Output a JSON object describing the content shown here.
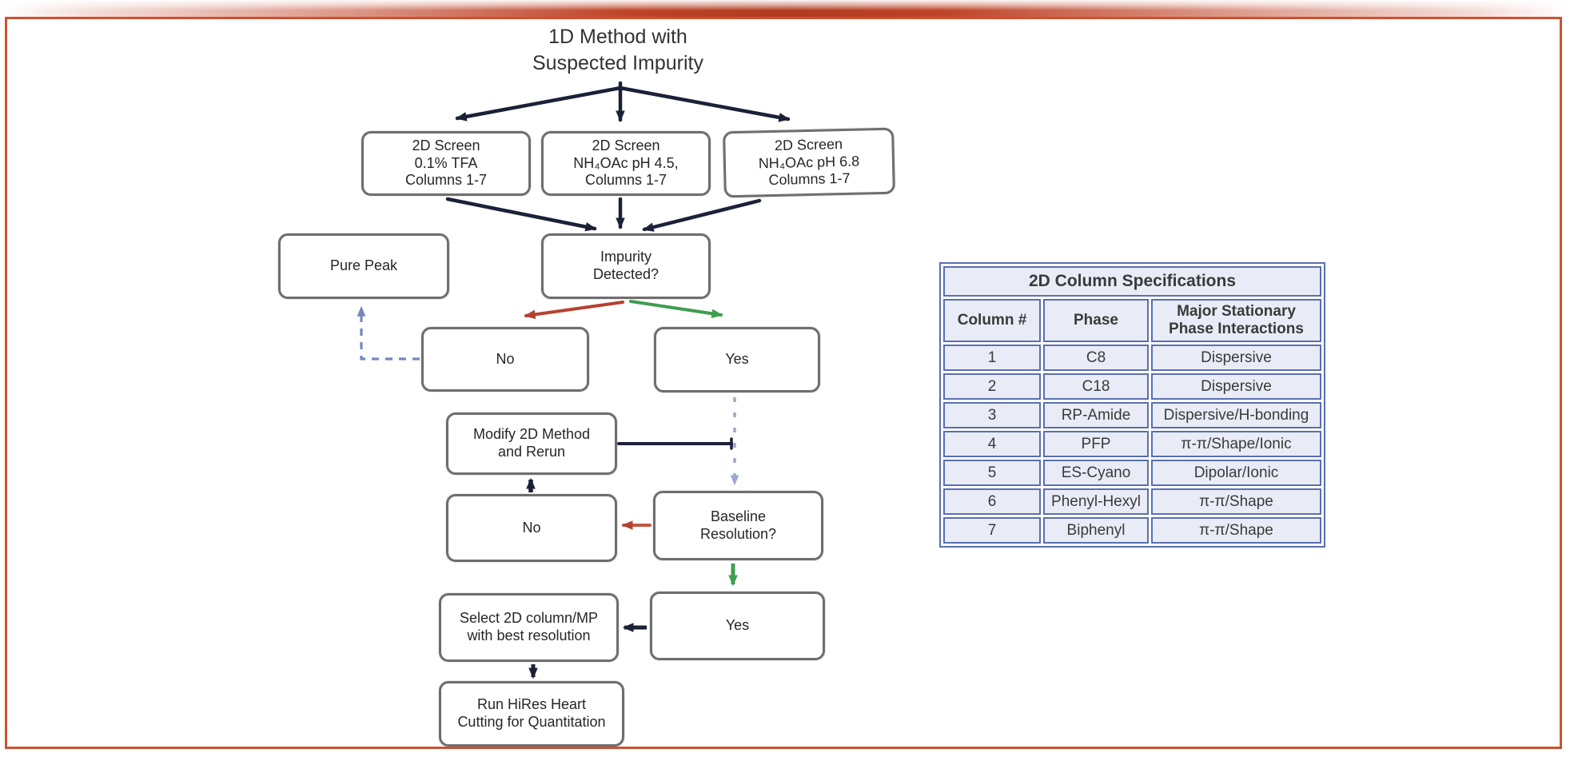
{
  "figure": {
    "top_bar_color": "#bf4428",
    "frame_border_color": "#d0502f"
  },
  "flowchart": {
    "title": "1D Method with\nSuspected Impurity",
    "nodes": {
      "screen_tfa": {
        "label": "2D Screen\n0.1% TFA\nColumns 1-7"
      },
      "screen_ph45": {
        "label": "2D Screen\nNH₄OAc pH 4.5,\nColumns 1-7"
      },
      "screen_ph68": {
        "label": "2D Screen\nNH₄OAc pH 6.8\nColumns 1-7"
      },
      "pure_peak": {
        "label": "Pure Peak"
      },
      "impurity": {
        "label": "Impurity\nDetected?"
      },
      "impurity_no": {
        "label": "No"
      },
      "impurity_yes": {
        "label": "Yes"
      },
      "modify": {
        "label": "Modify 2D Method\nand Rerun"
      },
      "baseline_no": {
        "label": "No"
      },
      "baseline": {
        "label": "Baseline\nResolution?"
      },
      "select_best": {
        "label": "Select 2D column/MP\nwith best resolution"
      },
      "baseline_yes": {
        "label": "Yes"
      },
      "run_hires": {
        "label": "Run HiRes Heart\nCutting for Quantitation"
      }
    },
    "arrow_colors": {
      "dark": "#1b2137",
      "red": "#b5412f",
      "green": "#3f9e50",
      "dashed_blue": "#7487c1",
      "dashed_blue_light": "#9aa7d6"
    }
  },
  "table": {
    "title": "2D Column Specifications",
    "columns": [
      "Column #",
      "Phase",
      "Major Stationary\nPhase Interactions"
    ],
    "rows": [
      [
        "1",
        "C8",
        "Dispersive"
      ],
      [
        "2",
        "C18",
        "Dispersive"
      ],
      [
        "3",
        "RP-Amide",
        "Dispersive/H-bonding"
      ],
      [
        "4",
        "PFP",
        "π-π/Shape/Ionic"
      ],
      [
        "5",
        "ES-Cyano",
        "Dipolar/Ionic"
      ],
      [
        "6",
        "Phenyl-Hexyl",
        "π-π/Shape"
      ],
      [
        "7",
        "Biphenyl",
        "π-π/Shape"
      ]
    ],
    "border_color": "#5a6fb0",
    "cell_bg": "#e9ecf6"
  }
}
